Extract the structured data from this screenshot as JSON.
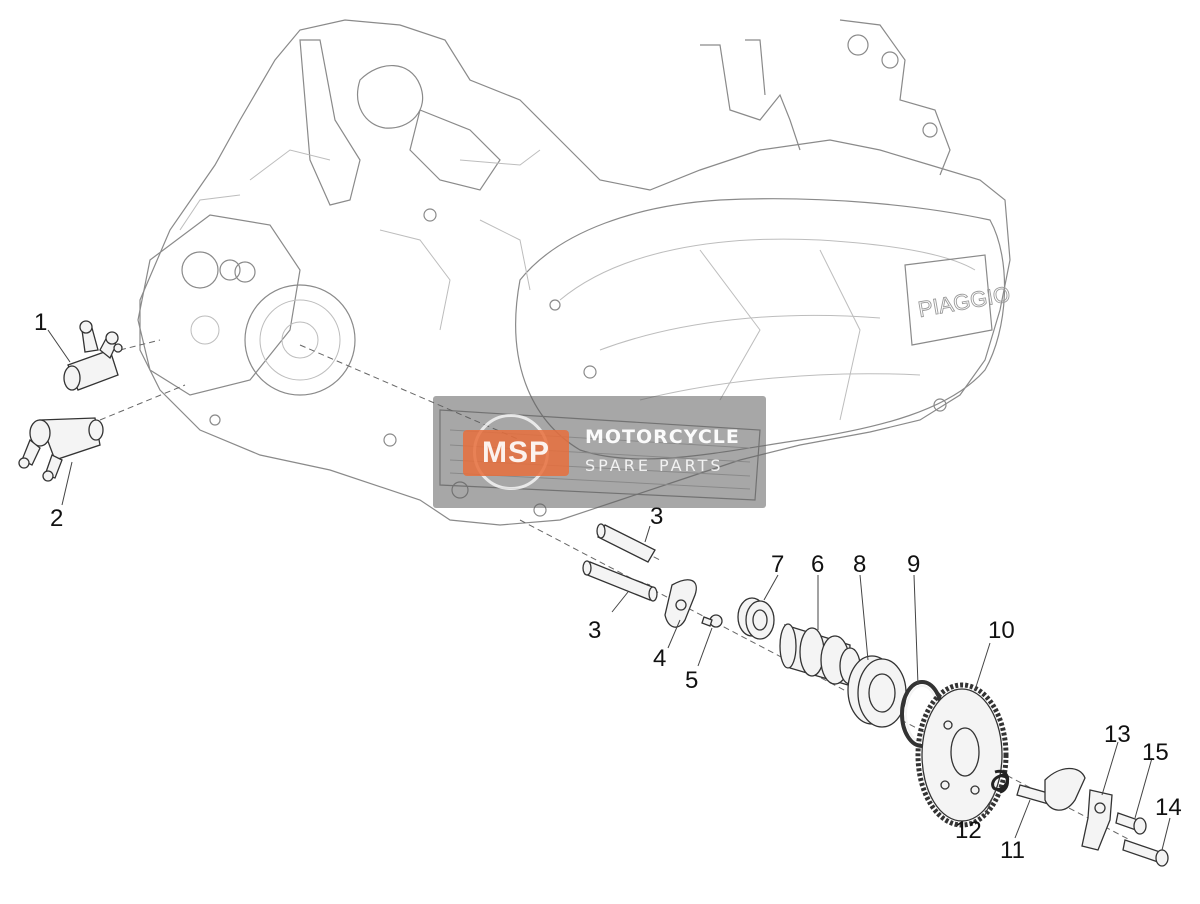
{
  "diagram": {
    "engine_logo_text": "PIAGGIO",
    "callouts": [
      {
        "id": "c1",
        "label": "1"
      },
      {
        "id": "c2",
        "label": "2"
      },
      {
        "id": "c3a",
        "label": "3"
      },
      {
        "id": "c3b",
        "label": "3"
      },
      {
        "id": "c4",
        "label": "4"
      },
      {
        "id": "c5",
        "label": "5"
      },
      {
        "id": "c6",
        "label": "6"
      },
      {
        "id": "c7",
        "label": "7"
      },
      {
        "id": "c8",
        "label": "8"
      },
      {
        "id": "c9",
        "label": "9"
      },
      {
        "id": "c10",
        "label": "10"
      },
      {
        "id": "c11",
        "label": "11"
      },
      {
        "id": "c12",
        "label": "12"
      },
      {
        "id": "c13",
        "label": "13"
      },
      {
        "id": "c14",
        "label": "14"
      },
      {
        "id": "c15",
        "label": "15"
      }
    ]
  },
  "watermark": {
    "badge": "MSP",
    "title": "MOTORCYCLE",
    "subtitle": "SPARE PARTS"
  }
}
